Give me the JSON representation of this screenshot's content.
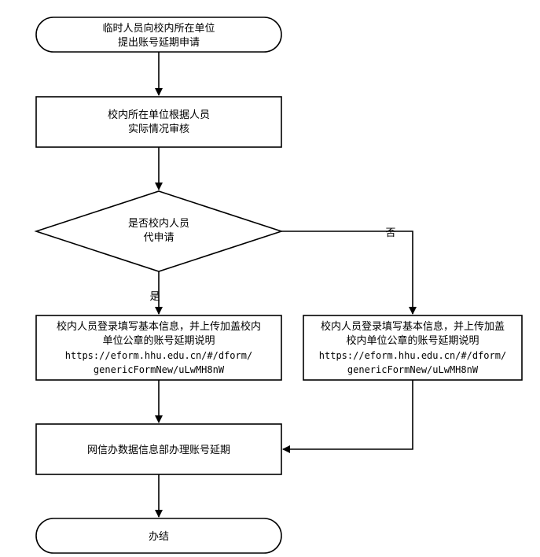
{
  "nodes": {
    "start": {
      "lines": [
        "临时人员向校内所在单位",
        "提出账号延期申请"
      ]
    },
    "review": {
      "lines": [
        "校内所在单位根据人员",
        "实际情况审核"
      ]
    },
    "decision": {
      "lines": [
        "是否校内人员",
        "代申请"
      ]
    },
    "yes_box": {
      "lines": [
        "校内人员登录填写基本信息，并上传加盖校内",
        "单位公章的账号延期说明",
        "https://eform.hhu.edu.cn/#/dform/",
        "genericFormNew/uLwMH8nW"
      ]
    },
    "no_box": {
      "lines": [
        "校内人员登录填写基本信息，并上传加盖",
        "校内单位公章的账号延期说明",
        "https://eform.hhu.edu.cn/#/dform/",
        "genericFormNew/uLwMH8nW"
      ]
    },
    "process": {
      "lines": [
        "网信办数据信息部办理账号延期"
      ]
    },
    "end": {
      "lines": [
        "办结"
      ]
    }
  },
  "edge_labels": {
    "yes": "是",
    "no": "否"
  },
  "colors": {
    "stroke": "#000000",
    "fill": "#ffffff",
    "text": "#000000"
  }
}
